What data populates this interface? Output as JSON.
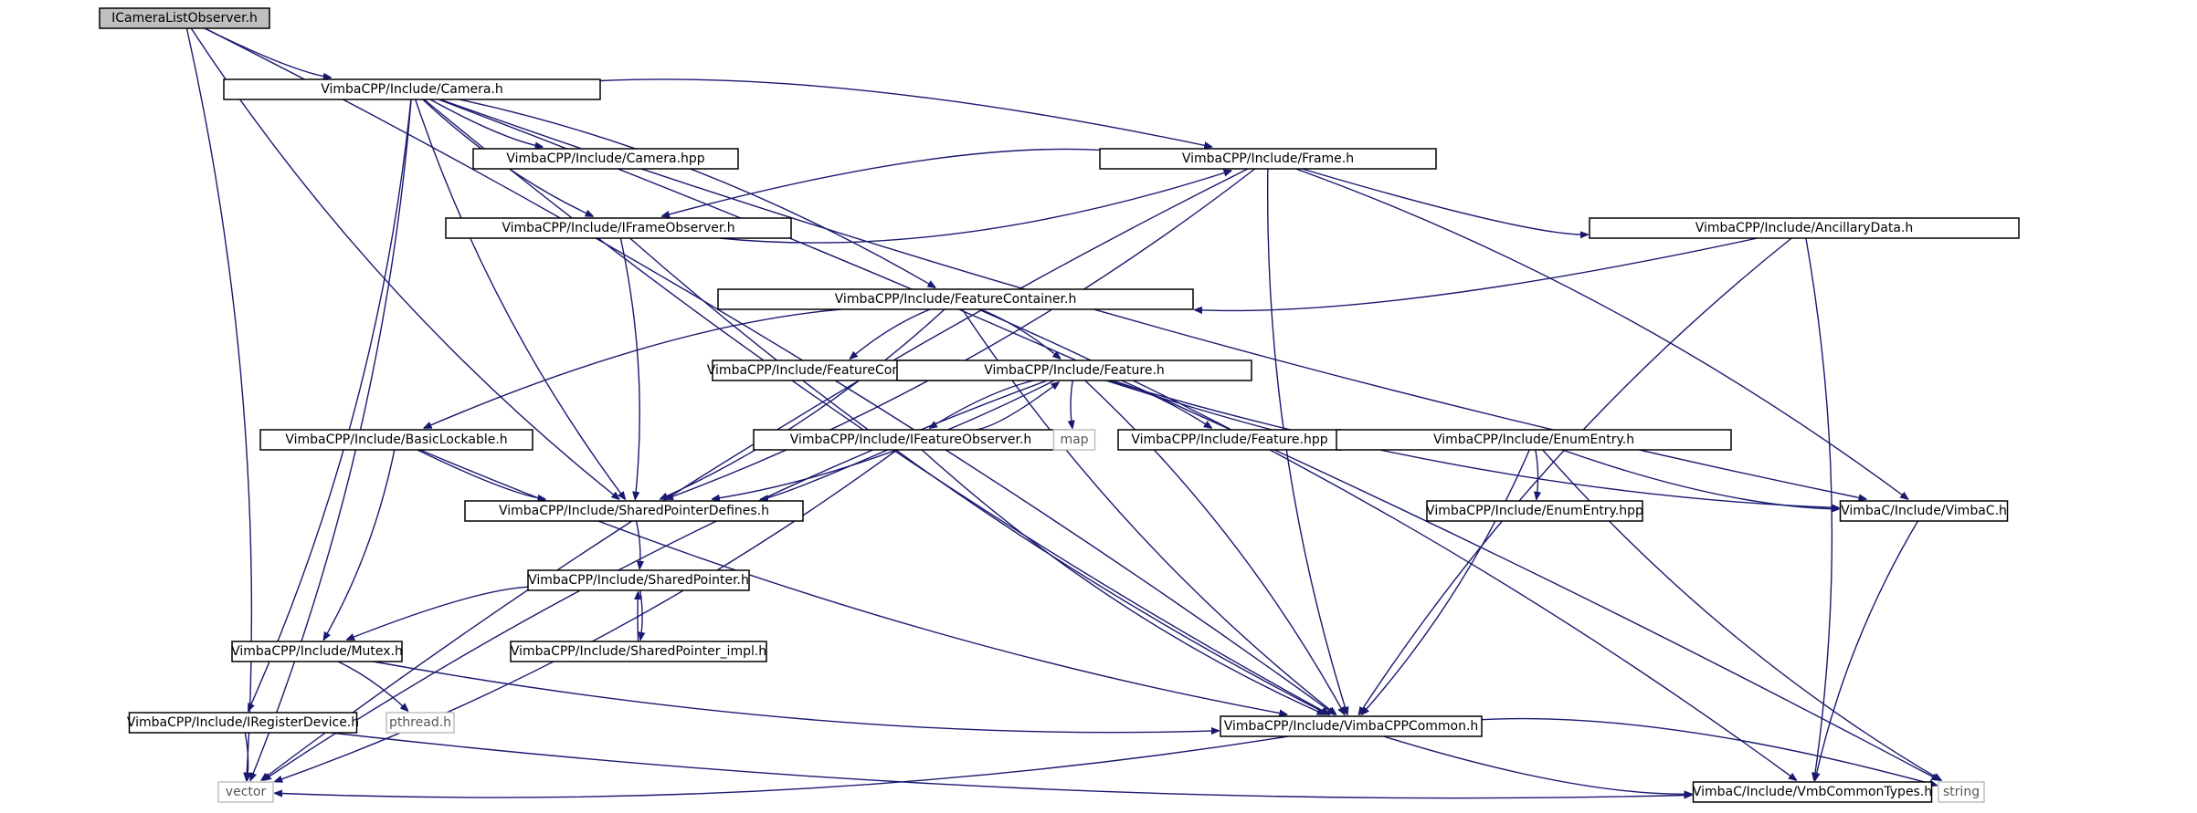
{
  "graph": {
    "nodes": [
      {
        "id": "root",
        "label": "ICameraListObserver.h",
        "kind": "root"
      },
      {
        "id": "camera",
        "label": "VimbaCPP/Include/Camera.h",
        "kind": "file"
      },
      {
        "id": "camera_hpp",
        "label": "VimbaCPP/Include/Camera.hpp",
        "kind": "file"
      },
      {
        "id": "frame",
        "label": "VimbaCPP/Include/Frame.h",
        "kind": "file"
      },
      {
        "id": "iframeobs",
        "label": "VimbaCPP/Include/IFrameObserver.h",
        "kind": "file"
      },
      {
        "id": "ancillary",
        "label": "VimbaCPP/Include/AncillaryData.h",
        "kind": "file"
      },
      {
        "id": "featcont",
        "label": "VimbaCPP/Include/FeatureContainer.h",
        "kind": "file"
      },
      {
        "id": "featcont_hpp",
        "label": "VimbaCPP/Include/FeatureContainer.hpp",
        "kind": "file"
      },
      {
        "id": "feature",
        "label": "VimbaCPP/Include/Feature.h",
        "kind": "file"
      },
      {
        "id": "basiclock",
        "label": "VimbaCPP/Include/BasicLockable.h",
        "kind": "file"
      },
      {
        "id": "ifeatobs",
        "label": "VimbaCPP/Include/IFeatureObserver.h",
        "kind": "file"
      },
      {
        "id": "map",
        "label": "map",
        "kind": "system"
      },
      {
        "id": "feature_hpp",
        "label": "VimbaCPP/Include/Feature.hpp",
        "kind": "file"
      },
      {
        "id": "enumentry",
        "label": "VimbaCPP/Include/EnumEntry.h",
        "kind": "file"
      },
      {
        "id": "spdefines",
        "label": "VimbaCPP/Include/SharedPointerDefines.h",
        "kind": "file"
      },
      {
        "id": "enumentry_hpp",
        "label": "VimbaCPP/Include/EnumEntry.hpp",
        "kind": "file"
      },
      {
        "id": "vimbac",
        "label": "VimbaC/Include/VimbaC.h",
        "kind": "file"
      },
      {
        "id": "sharedptr",
        "label": "VimbaCPP/Include/SharedPointer.h",
        "kind": "file"
      },
      {
        "id": "mutex",
        "label": "VimbaCPP/Include/Mutex.h",
        "kind": "file"
      },
      {
        "id": "sharedptr_impl",
        "label": "VimbaCPP/Include/SharedPointer_impl.h",
        "kind": "file"
      },
      {
        "id": "pthread",
        "label": "pthread.h",
        "kind": "system"
      },
      {
        "id": "iregdev",
        "label": "VimbaCPP/Include/IRegisterDevice.h",
        "kind": "file"
      },
      {
        "id": "cppcommon",
        "label": "VimbaCPP/Include/VimbaCPPCommon.h",
        "kind": "file"
      },
      {
        "id": "vector",
        "label": "vector",
        "kind": "system"
      },
      {
        "id": "vmbtypes",
        "label": "VimbaC/Include/VmbCommonTypes.h",
        "kind": "file"
      },
      {
        "id": "string",
        "label": "string",
        "kind": "system"
      }
    ],
    "edges": [
      {
        "from": "root",
        "to": "camera"
      },
      {
        "from": "root",
        "to": "vector"
      },
      {
        "from": "root",
        "to": "spdefines"
      },
      {
        "from": "root",
        "to": "cppcommon"
      },
      {
        "from": "camera",
        "to": "camera_hpp"
      },
      {
        "from": "camera",
        "to": "frame"
      },
      {
        "from": "camera",
        "to": "iframeobs"
      },
      {
        "from": "camera",
        "to": "featcont"
      },
      {
        "from": "camera",
        "to": "spdefines"
      },
      {
        "from": "camera",
        "to": "iregdev"
      },
      {
        "from": "camera",
        "to": "cppcommon"
      },
      {
        "from": "camera",
        "to": "vector"
      },
      {
        "from": "camera",
        "to": "vimbac"
      },
      {
        "from": "camera",
        "to": "string"
      },
      {
        "from": "frame",
        "to": "iframeobs"
      },
      {
        "from": "iframeobs",
        "to": "frame"
      },
      {
        "from": "frame",
        "to": "ancillary"
      },
      {
        "from": "frame",
        "to": "spdefines"
      },
      {
        "from": "frame",
        "to": "cppcommon"
      },
      {
        "from": "frame",
        "to": "vimbac"
      },
      {
        "from": "frame",
        "to": "vector"
      },
      {
        "from": "iframeobs",
        "to": "spdefines"
      },
      {
        "from": "iframeobs",
        "to": "cppcommon"
      },
      {
        "from": "ancillary",
        "to": "featcont"
      },
      {
        "from": "ancillary",
        "to": "cppcommon"
      },
      {
        "from": "ancillary",
        "to": "vmbtypes"
      },
      {
        "from": "featcont",
        "to": "featcont_hpp"
      },
      {
        "from": "featcont",
        "to": "feature"
      },
      {
        "from": "featcont",
        "to": "basiclock"
      },
      {
        "from": "featcont",
        "to": "spdefines"
      },
      {
        "from": "featcont",
        "to": "cppcommon"
      },
      {
        "from": "featcont",
        "to": "vmbtypes"
      },
      {
        "from": "feature",
        "to": "ifeatobs"
      },
      {
        "from": "ifeatobs",
        "to": "feature"
      },
      {
        "from": "feature",
        "to": "map"
      },
      {
        "from": "feature",
        "to": "feature_hpp"
      },
      {
        "from": "feature",
        "to": "enumentry"
      },
      {
        "from": "feature",
        "to": "spdefines"
      },
      {
        "from": "feature",
        "to": "vector"
      },
      {
        "from": "feature",
        "to": "cppcommon"
      },
      {
        "from": "feature",
        "to": "vimbac"
      },
      {
        "from": "ifeatobs",
        "to": "spdefines"
      },
      {
        "from": "ifeatobs",
        "to": "cppcommon"
      },
      {
        "from": "ifeatobs",
        "to": "vector"
      },
      {
        "from": "basiclock",
        "to": "spdefines"
      },
      {
        "from": "basiclock",
        "to": "mutex"
      },
      {
        "from": "basiclock",
        "to": "cppcommon"
      },
      {
        "from": "enumentry",
        "to": "enumentry_hpp"
      },
      {
        "from": "enumentry",
        "to": "vimbac"
      },
      {
        "from": "enumentry",
        "to": "cppcommon"
      },
      {
        "from": "enumentry",
        "to": "string"
      },
      {
        "from": "spdefines",
        "to": "sharedptr"
      },
      {
        "from": "sharedptr",
        "to": "mutex"
      },
      {
        "from": "sharedptr",
        "to": "sharedptr_impl"
      },
      {
        "from": "sharedptr_impl",
        "to": "sharedptr"
      },
      {
        "from": "mutex",
        "to": "pthread"
      },
      {
        "from": "mutex",
        "to": "cppcommon"
      },
      {
        "from": "iregdev",
        "to": "vector"
      },
      {
        "from": "iregdev",
        "to": "vmbtypes"
      },
      {
        "from": "cppcommon",
        "to": "vector"
      },
      {
        "from": "cppcommon",
        "to": "vmbtypes"
      },
      {
        "from": "cppcommon",
        "to": "string"
      },
      {
        "from": "vimbac",
        "to": "vmbtypes"
      }
    ]
  }
}
